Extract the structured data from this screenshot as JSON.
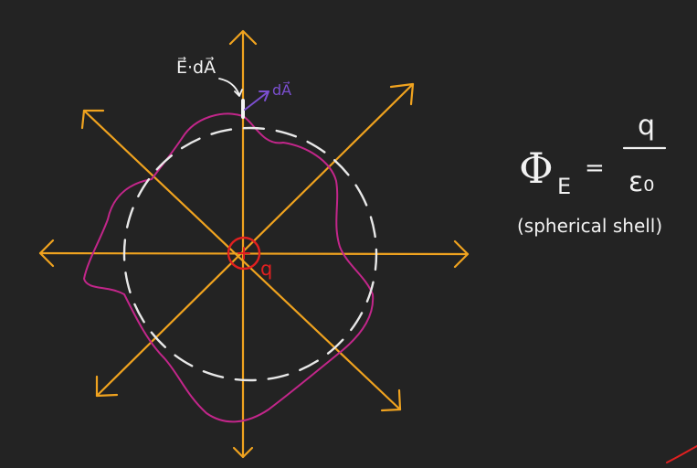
{
  "colors": {
    "background": "#232323",
    "field_lines": "#f0a31f",
    "gaussian_surface": "#c2268a",
    "spherical_shell": "#e8e8e8",
    "charge": "#e02020",
    "area_vector": "#7b4fd0",
    "text": "#f2f2f2"
  },
  "labels": {
    "e_dot_da": "E⃗·dA⃗",
    "da_vector": "dA⃗",
    "charge": "q"
  },
  "equation": {
    "flux_symbol": "Φ",
    "flux_subscript": "E",
    "equals": "=",
    "numerator": "q",
    "denominator": "ε₀",
    "caption": "(spherical shell)"
  }
}
